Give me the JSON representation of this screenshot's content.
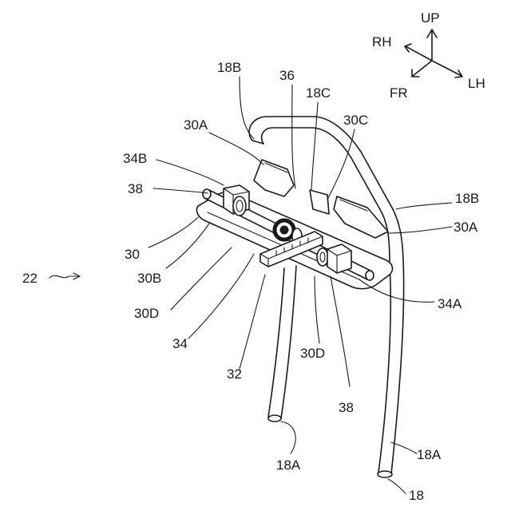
{
  "compass": {
    "up": "UP",
    "rh": "RH",
    "fr": "FR",
    "lh": "LH"
  },
  "labels": {
    "l22": "22",
    "l18": "18",
    "l18A_left": "18A",
    "l18A_right": "18A",
    "l18B_top": "18B",
    "l18B_right": "18B",
    "l18C": "18C",
    "l36": "36",
    "l30A_left": "30A",
    "l30A_right": "30A",
    "l30C": "30C",
    "l34B": "34B",
    "l38_left": "38",
    "l38_bottom": "38",
    "l30": "30",
    "l30B": "30B",
    "l30D_left": "30D",
    "l30D_bottom": "30D",
    "l34": "34",
    "l32": "32",
    "l34A": "34A"
  }
}
